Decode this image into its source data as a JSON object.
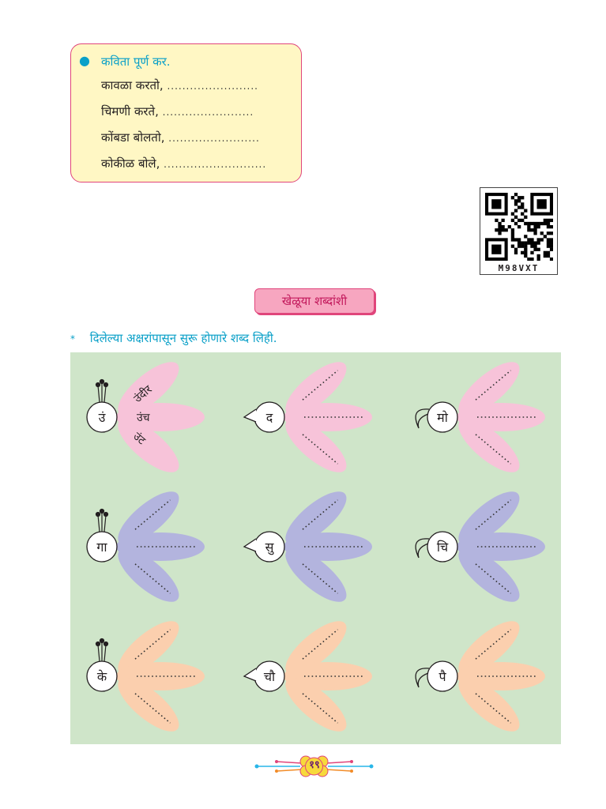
{
  "poem": {
    "title": "कविता पूर्ण कर.",
    "lines": [
      {
        "text": "कावळा करतो,",
        "dots": "........................"
      },
      {
        "text": "चिमणी करते,",
        "dots": "........................"
      },
      {
        "text": "कोंबडा बोलतो,",
        "dots": "........................"
      },
      {
        "text": "कोकीळ बोले,",
        "dots": "..........................."
      }
    ]
  },
  "qr": {
    "label": "M98VXT"
  },
  "section_title": "खेळूया शब्दांशी",
  "instruction": {
    "star": "*",
    "text": "दिलेल्या अक्षरांपासून सुरू होणारे शब्द लिही."
  },
  "birds": [
    {
      "letter": "उं",
      "type": "peacock",
      "color": "#f7c3d9",
      "words": [
        "उंदीर",
        "उंच",
        "उंट"
      ]
    },
    {
      "letter": "द",
      "type": "bird",
      "color": "#f7c3d9",
      "words": []
    },
    {
      "letter": "मो",
      "type": "parrot",
      "color": "#f7c3d9",
      "words": []
    },
    {
      "letter": "गा",
      "type": "peacock",
      "color": "#b3b4de",
      "words": []
    },
    {
      "letter": "सु",
      "type": "bird",
      "color": "#b3b4de",
      "words": []
    },
    {
      "letter": "चि",
      "type": "parrot",
      "color": "#b3b4de",
      "words": []
    },
    {
      "letter": "के",
      "type": "peacock",
      "color": "#fbcfae",
      "words": []
    },
    {
      "letter": "चौ",
      "type": "bird",
      "color": "#fbcfae",
      "words": []
    },
    {
      "letter": "पै",
      "type": "parrot",
      "color": "#fbcfae",
      "words": []
    }
  ],
  "page_number": "१९"
}
